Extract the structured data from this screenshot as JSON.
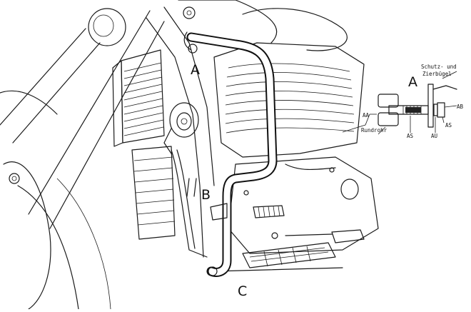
{
  "labels": {
    "a_top": "A",
    "b": "B",
    "c": "C",
    "a_detail": "A"
  },
  "detail": {
    "title_line1": "Schutz- und",
    "title_line2": "Zierbügel",
    "aa_left": "AA",
    "rundrohr": "Rundrohr",
    "as_bottom": "AS",
    "au": "AU",
    "as_right": "AS",
    "ab": "AB"
  },
  "colors": {
    "ink": "#111111",
    "paper": "#ffffff"
  }
}
